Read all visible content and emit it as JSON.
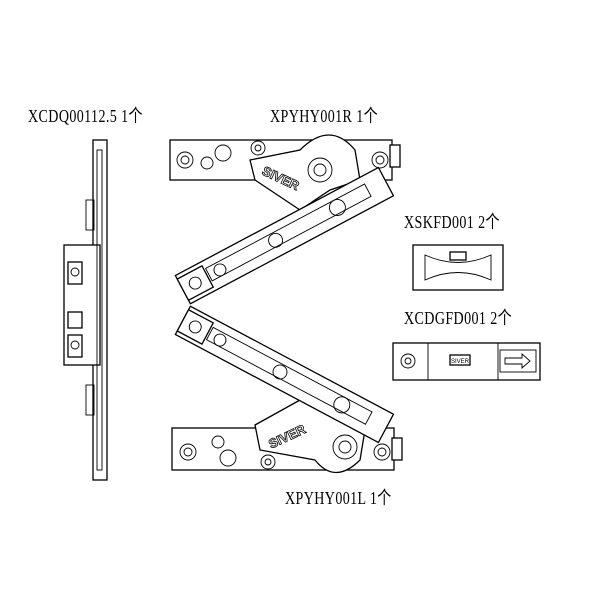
{
  "labels": {
    "rail": "XCDQ00112.5 1个",
    "hinge_right": "XPYHY001R 1个",
    "block": "XSKFD001 2个",
    "guide": "XCDGFD001 2个",
    "hinge_left": "XPYHY001L 1个"
  },
  "logo_text": "SIVER",
  "guide_logo": "SIVER"
}
